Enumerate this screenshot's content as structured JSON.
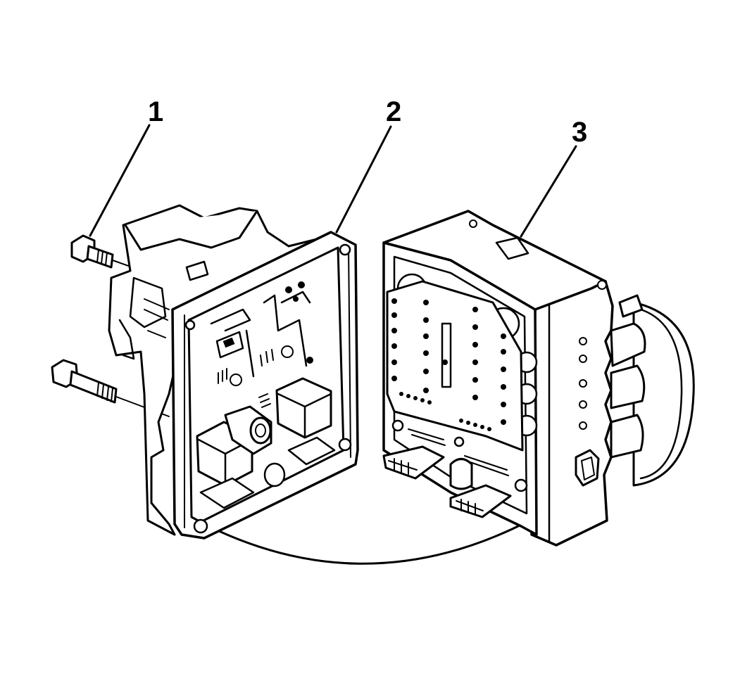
{
  "callouts": [
    {
      "label": "1",
      "part": "bolt"
    },
    {
      "label": "2",
      "part": "control-module"
    },
    {
      "label": "3",
      "part": "brake-pressure-modulator-valve"
    }
  ],
  "colors": {
    "ink": "#000000",
    "paper": "#ffffff"
  }
}
